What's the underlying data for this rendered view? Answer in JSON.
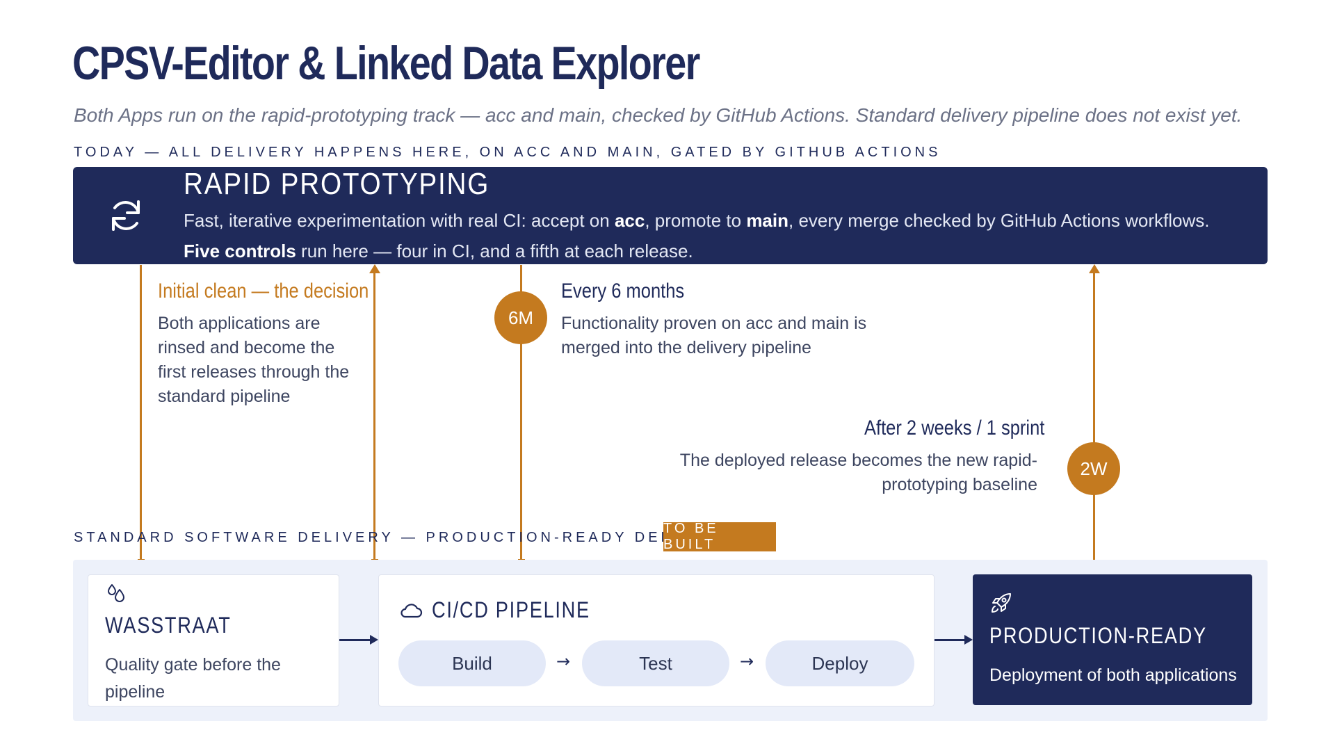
{
  "title": "CPSV-Editor & Linked Data Explorer",
  "subtitle": "Both Apps run on the rapid-prototyping track — acc and main, checked by GitHub Actions. Standard delivery pipeline does not exist yet.",
  "today_label": "Today — all delivery happens here, on acc and main, gated by GitHub Actions",
  "rapid": {
    "icon": "refresh-icon",
    "title": "Rapid Prototyping",
    "desc_1": "Fast, iterative experimentation with real CI: accept on ",
    "desc_b1": "acc",
    "desc_2": ", promote to ",
    "desc_b2": "main",
    "desc_3": ", every merge checked by GitHub Actions workflows. ",
    "desc_b3": "Five controls",
    "desc_4": " run here — four in CI, and a fifth at each release."
  },
  "initial": {
    "heading": "Initial clean — the decision",
    "body": "Both applications are rinsed and become the first releases through the standard pipeline"
  },
  "six_months": {
    "badge": "6M",
    "heading": "Every 6 months",
    "body": "Functionality proven on acc and main is merged into the delivery pipeline"
  },
  "two_weeks": {
    "badge": "2W",
    "heading": "After 2 weeks / 1 sprint",
    "body": "The deployed release becomes the new rapid-prototyping baseline"
  },
  "standard_label": "Standard software delivery — production-ready deployment",
  "to_be_built": "To be built",
  "wasstraat": {
    "icon": "drops-icon",
    "title": "Wasstraat",
    "desc": "Quality gate before the pipeline"
  },
  "cicd": {
    "icon": "cloud-icon",
    "title": "CI/CD Pipeline",
    "steps": [
      "Build",
      "Test",
      "Deploy"
    ]
  },
  "production": {
    "icon": "rocket-icon",
    "title": "Production-ready",
    "desc": "Deployment of both applications"
  },
  "colors": {
    "navy": "#1f2a5a",
    "orange": "#c47a1f",
    "light_bg": "#edf1fa",
    "pill": "#e3e9f8"
  }
}
